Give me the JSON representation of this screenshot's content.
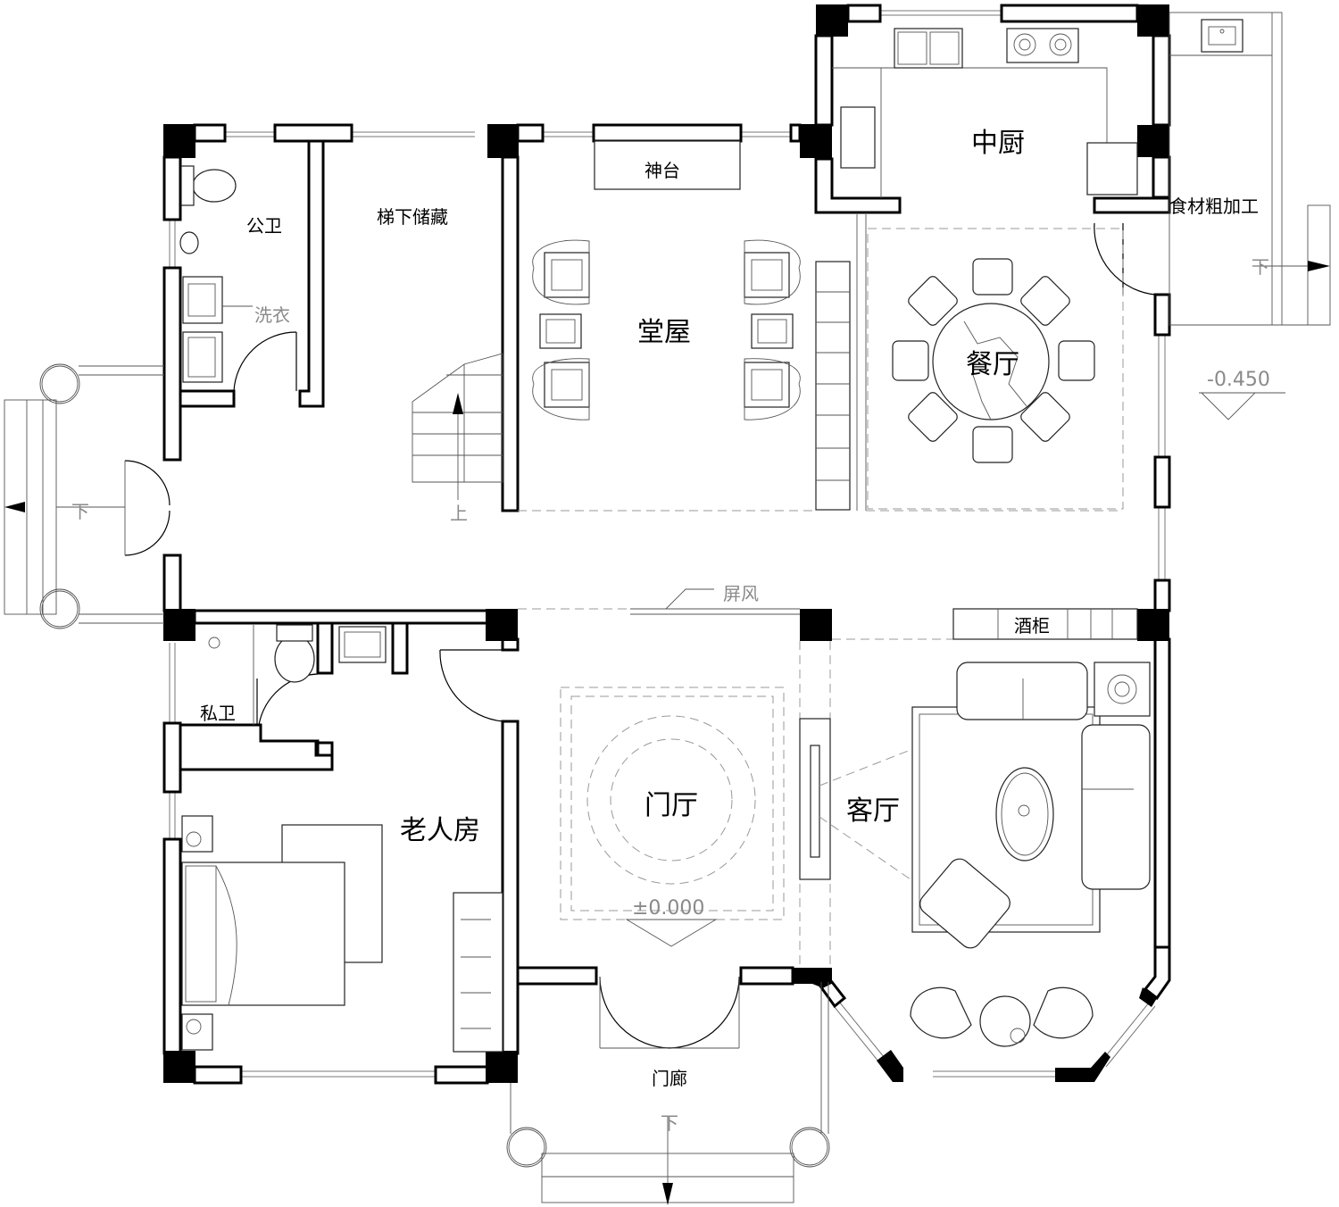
{
  "rooms": {
    "public_bath": "公卫",
    "under_stair_storage": "梯下储藏",
    "laundry": "洗衣",
    "altar": "神台",
    "main_hall": "堂屋",
    "kitchen": "中厨",
    "food_prep": "食材粗加工",
    "dining": "餐厅",
    "screen": "屏风",
    "wine_cabinet": "酒柜",
    "private_bath": "私卫",
    "elder_room": "老人房",
    "foyer": "门厅",
    "living": "客厅",
    "porch": "门廊"
  },
  "stairs": {
    "up": "上",
    "down_left": "下",
    "down_right": "下",
    "down_bottom": "下"
  },
  "elevations": {
    "outside": "-0.450",
    "inside": "±0.000"
  }
}
